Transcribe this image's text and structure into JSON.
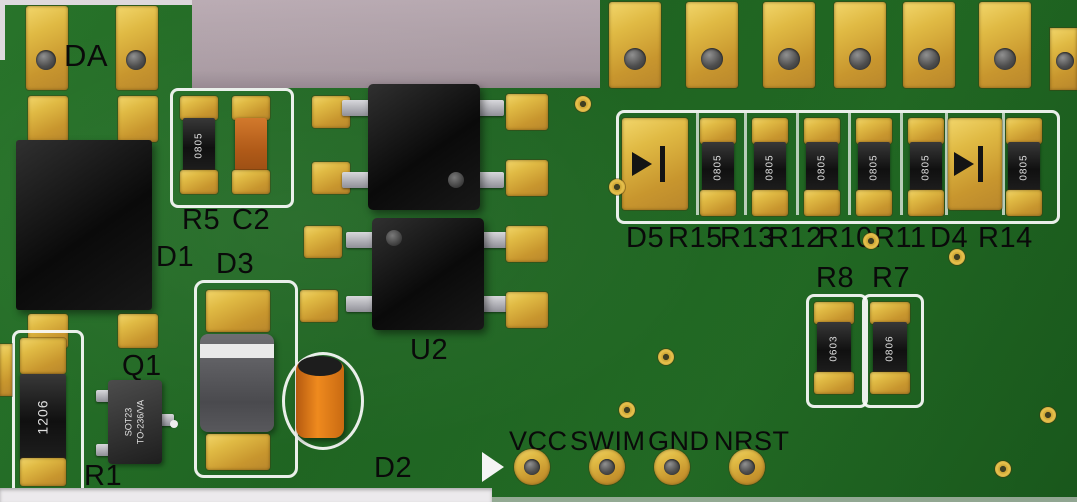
{
  "scene": {
    "colors": {
      "board_green": "#1f6a21",
      "pad_gold": "#ddb743",
      "silkscreen_white": "#f5f5f5",
      "component_black": "#141414",
      "capacitor_orange": "#e07818",
      "background_mauve": "#b3a4ac"
    }
  },
  "labels": {
    "da": "DA",
    "r5": "R5",
    "c2": "C2",
    "d1": "D1",
    "d3": "D3",
    "u2": "U2",
    "q1": "Q1",
    "r1": "R1",
    "d2": "D2",
    "r8": "R8",
    "r7": "R7"
  },
  "right_row_labels": [
    "D5",
    "R15",
    "R13",
    "R12",
    "R10",
    "R11",
    "D4",
    "R14"
  ],
  "header_pins": [
    "VCC",
    "SWIM",
    "GND",
    "NRST"
  ],
  "markings": {
    "r5": "0805",
    "r1": "1206",
    "q1_package": "SOT23",
    "q1_type": "TO-236/VA",
    "r8": "0603",
    "r7": "0806",
    "right_row": [
      "0805",
      "0805",
      "0805",
      "0805",
      "0805",
      "0805"
    ]
  }
}
